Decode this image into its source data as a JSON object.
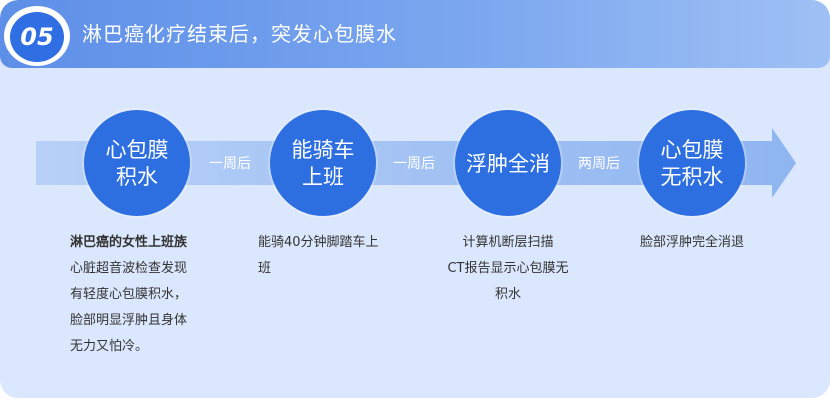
{
  "header": {
    "badge": "05",
    "title": "淋巴癌化疗结束后，突发心包膜水"
  },
  "steps": [
    {
      "line1": "心包膜",
      "line2": "积水"
    },
    {
      "line1": "能骑车",
      "line2": "上班"
    },
    {
      "line1": "浮肿全消",
      "line2": ""
    },
    {
      "line1": "心包膜",
      "line2": "无积水"
    }
  ],
  "links": [
    "一周后",
    "一周后",
    "两周后"
  ],
  "descriptions": {
    "d1": {
      "title": "淋巴癌的女性上班族",
      "lines": [
        "心脏超音波检查发现",
        "有轻度心包膜积水，",
        "脸部明显浮肿且身体",
        "无力又怕冷。"
      ]
    },
    "d2": {
      "lines": [
        "能骑40分钟脚踏车上",
        "班"
      ]
    },
    "d3": {
      "lines": [
        "计算机断层扫描",
        "CT报告显示心包膜无",
        "积水"
      ]
    },
    "d4": {
      "lines": [
        "脸部浮肿完全消退"
      ]
    }
  },
  "colors": {
    "background": "#dbe7fd",
    "header": "#6f9ded",
    "circle": "#2d6fe0",
    "arrow": "#9dbef4"
  }
}
